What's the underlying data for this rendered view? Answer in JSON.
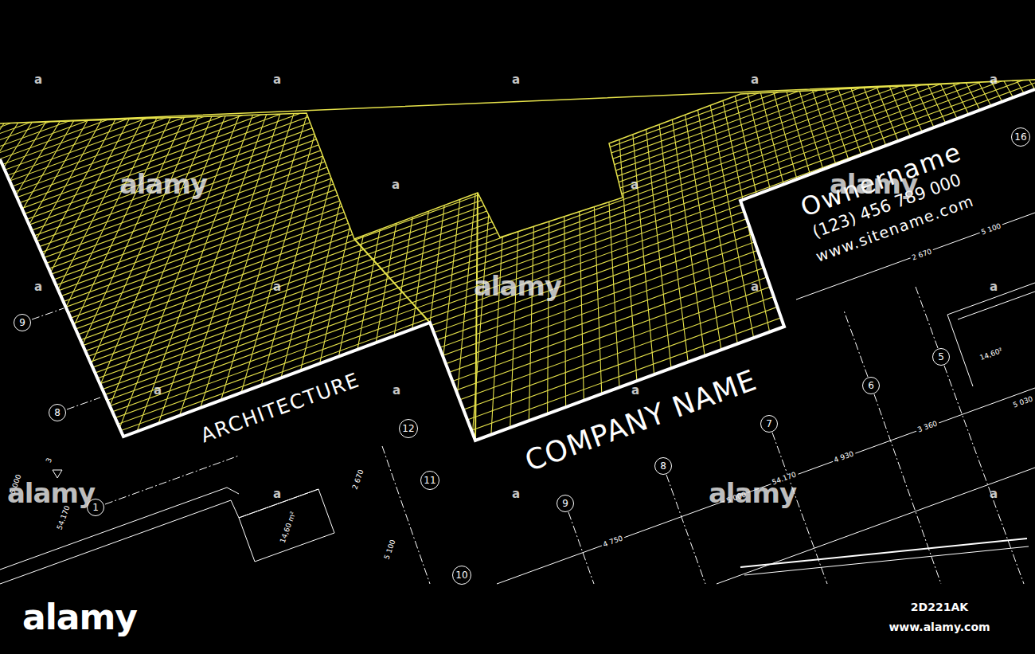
{
  "diagram": {
    "nodes": [
      {
        "text": [
          "9"
        ]
      },
      {
        "text": [
          "8"
        ]
      },
      {
        "text": [
          "1"
        ]
      },
      {
        "text": [
          "12"
        ]
      },
      {
        "text": [
          "11"
        ]
      },
      {
        "text": [
          "10"
        ]
      },
      {
        "text": [
          "9"
        ]
      },
      {
        "text": [
          "8"
        ]
      },
      {
        "text": [
          "7"
        ]
      },
      {
        "text": [
          "6"
        ]
      },
      {
        "text": [
          "5"
        ]
      },
      {
        "text": [
          "16"
        ]
      }
    ],
    "labels": [
      "ARCHITECTURE",
      "COMPANY NAME",
      "Ownername",
      "(123) 456 789 000",
      "www.sitename.com",
      "2 670",
      "5 100",
      "14,60²",
      "5 030",
      "3 360",
      "4 930",
      "54.170",
      "5 000",
      "4 750",
      "2 670",
      "5 100",
      "14,60 m²",
      "5 000",
      "54.170",
      "3",
      "alamy",
      "alamy",
      "alamy",
      "alamy",
      "alamy",
      "alamy",
      "2D221AK",
      "www.alamy.com",
      "a",
      "a",
      "a",
      "a",
      "a",
      "a",
      "a",
      "a",
      "a",
      "a",
      "a",
      "a",
      "a",
      "a",
      "a",
      "a",
      "a"
    ]
  }
}
